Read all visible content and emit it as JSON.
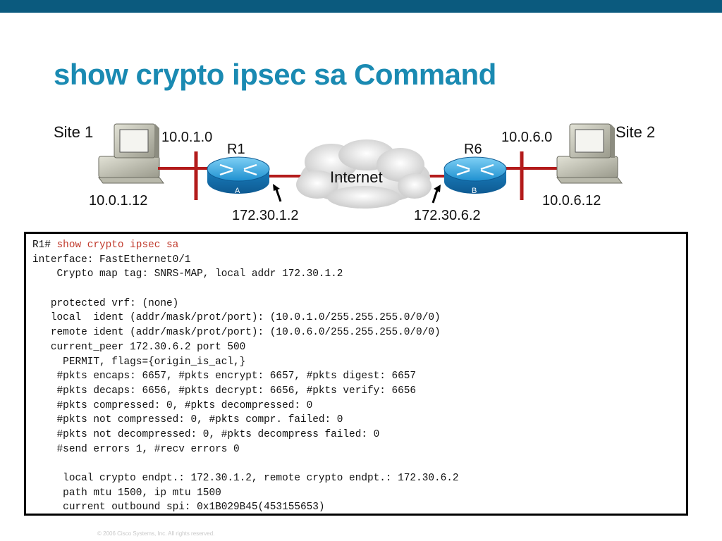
{
  "slide": {
    "title": "show crypto ipsec sa Command",
    "copyright": "© 2006 Cisco Systems, Inc. All rights reserved."
  },
  "diagram": {
    "site1": {
      "label": "Site 1",
      "network": "10.0.1.0",
      "host_ip": "10.0.1.12"
    },
    "site2": {
      "label": "Site 2",
      "network": "10.0.6.0",
      "host_ip": "10.0.6.12"
    },
    "r1": {
      "name": "R1",
      "letter": "A",
      "interface_ip": "172.30.1.2"
    },
    "r6": {
      "name": "R6",
      "letter": "B",
      "interface_ip": "172.30.6.2"
    },
    "cloud": {
      "label": "Internet"
    }
  },
  "console": {
    "prompt": "R1# ",
    "command": "show crypto ipsec sa",
    "lines": [
      "interface: FastEthernet0/1",
      "    Crypto map tag: SNRS-MAP, local addr 172.30.1.2",
      "",
      "   protected vrf: (none)",
      "   local  ident (addr/mask/prot/port): (10.0.1.0/255.255.255.0/0/0)",
      "   remote ident (addr/mask/prot/port): (10.0.6.0/255.255.255.0/0/0)",
      "   current_peer 172.30.6.2 port 500",
      "     PERMIT, flags={origin_is_acl,}",
      "    #pkts encaps: 6657, #pkts encrypt: 6657, #pkts digest: 6657",
      "    #pkts decaps: 6656, #pkts decrypt: 6656, #pkts verify: 6656",
      "    #pkts compressed: 0, #pkts decompressed: 0",
      "    #pkts not compressed: 0, #pkts compr. failed: 0",
      "    #pkts not decompressed: 0, #pkts decompress failed: 0",
      "    #send errors 1, #recv errors 0",
      "",
      "     local crypto endpt.: 172.30.1.2, remote crypto endpt.: 172.30.6.2",
      "     path mtu 1500, ip mtu 1500",
      "     current outbound spi: 0x1B029B45(453155653)"
    ]
  },
  "colors": {
    "topbar": "#0b5a7e",
    "title": "#1a8ab2",
    "link": "#b31b1b",
    "router": "#1e90d0",
    "command": "#c0392b"
  }
}
